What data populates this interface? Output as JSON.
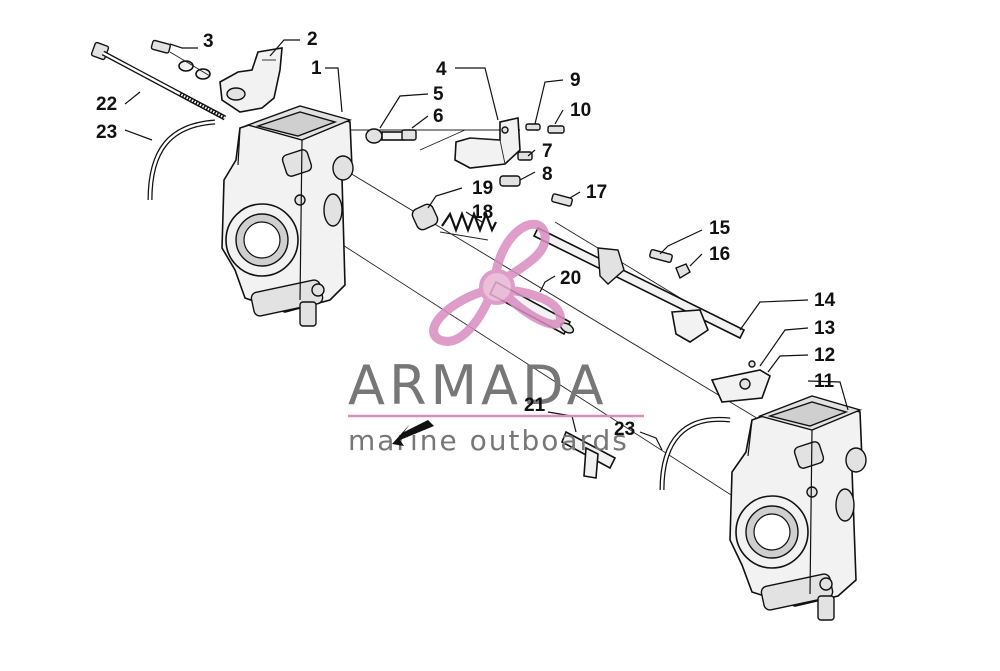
{
  "watermark": {
    "brand": "ARMADA",
    "tagline": "marine outboards",
    "accent_color": "#d98cbf",
    "text_color": "#777777",
    "logo": "propeller-logo"
  },
  "callouts": [
    {
      "id": "c1",
      "label": "1"
    },
    {
      "id": "c2",
      "label": "2"
    },
    {
      "id": "c3",
      "label": "3"
    },
    {
      "id": "c4",
      "label": "4"
    },
    {
      "id": "c5",
      "label": "5"
    },
    {
      "id": "c6",
      "label": "6"
    },
    {
      "id": "c7",
      "label": "7"
    },
    {
      "id": "c8",
      "label": "8"
    },
    {
      "id": "c9",
      "label": "9"
    },
    {
      "id": "c10",
      "label": "10"
    },
    {
      "id": "c11",
      "label": "11"
    },
    {
      "id": "c12",
      "label": "12"
    },
    {
      "id": "c13",
      "label": "13"
    },
    {
      "id": "c14",
      "label": "14"
    },
    {
      "id": "c15",
      "label": "15"
    },
    {
      "id": "c16",
      "label": "16"
    },
    {
      "id": "c17",
      "label": "17"
    },
    {
      "id": "c18",
      "label": "18"
    },
    {
      "id": "c19",
      "label": "19"
    },
    {
      "id": "c20",
      "label": "20"
    },
    {
      "id": "c21",
      "label": "21"
    },
    {
      "id": "c22",
      "label": "22"
    },
    {
      "id": "c23a",
      "label": "23"
    },
    {
      "id": "c23b",
      "label": "23"
    }
  ]
}
